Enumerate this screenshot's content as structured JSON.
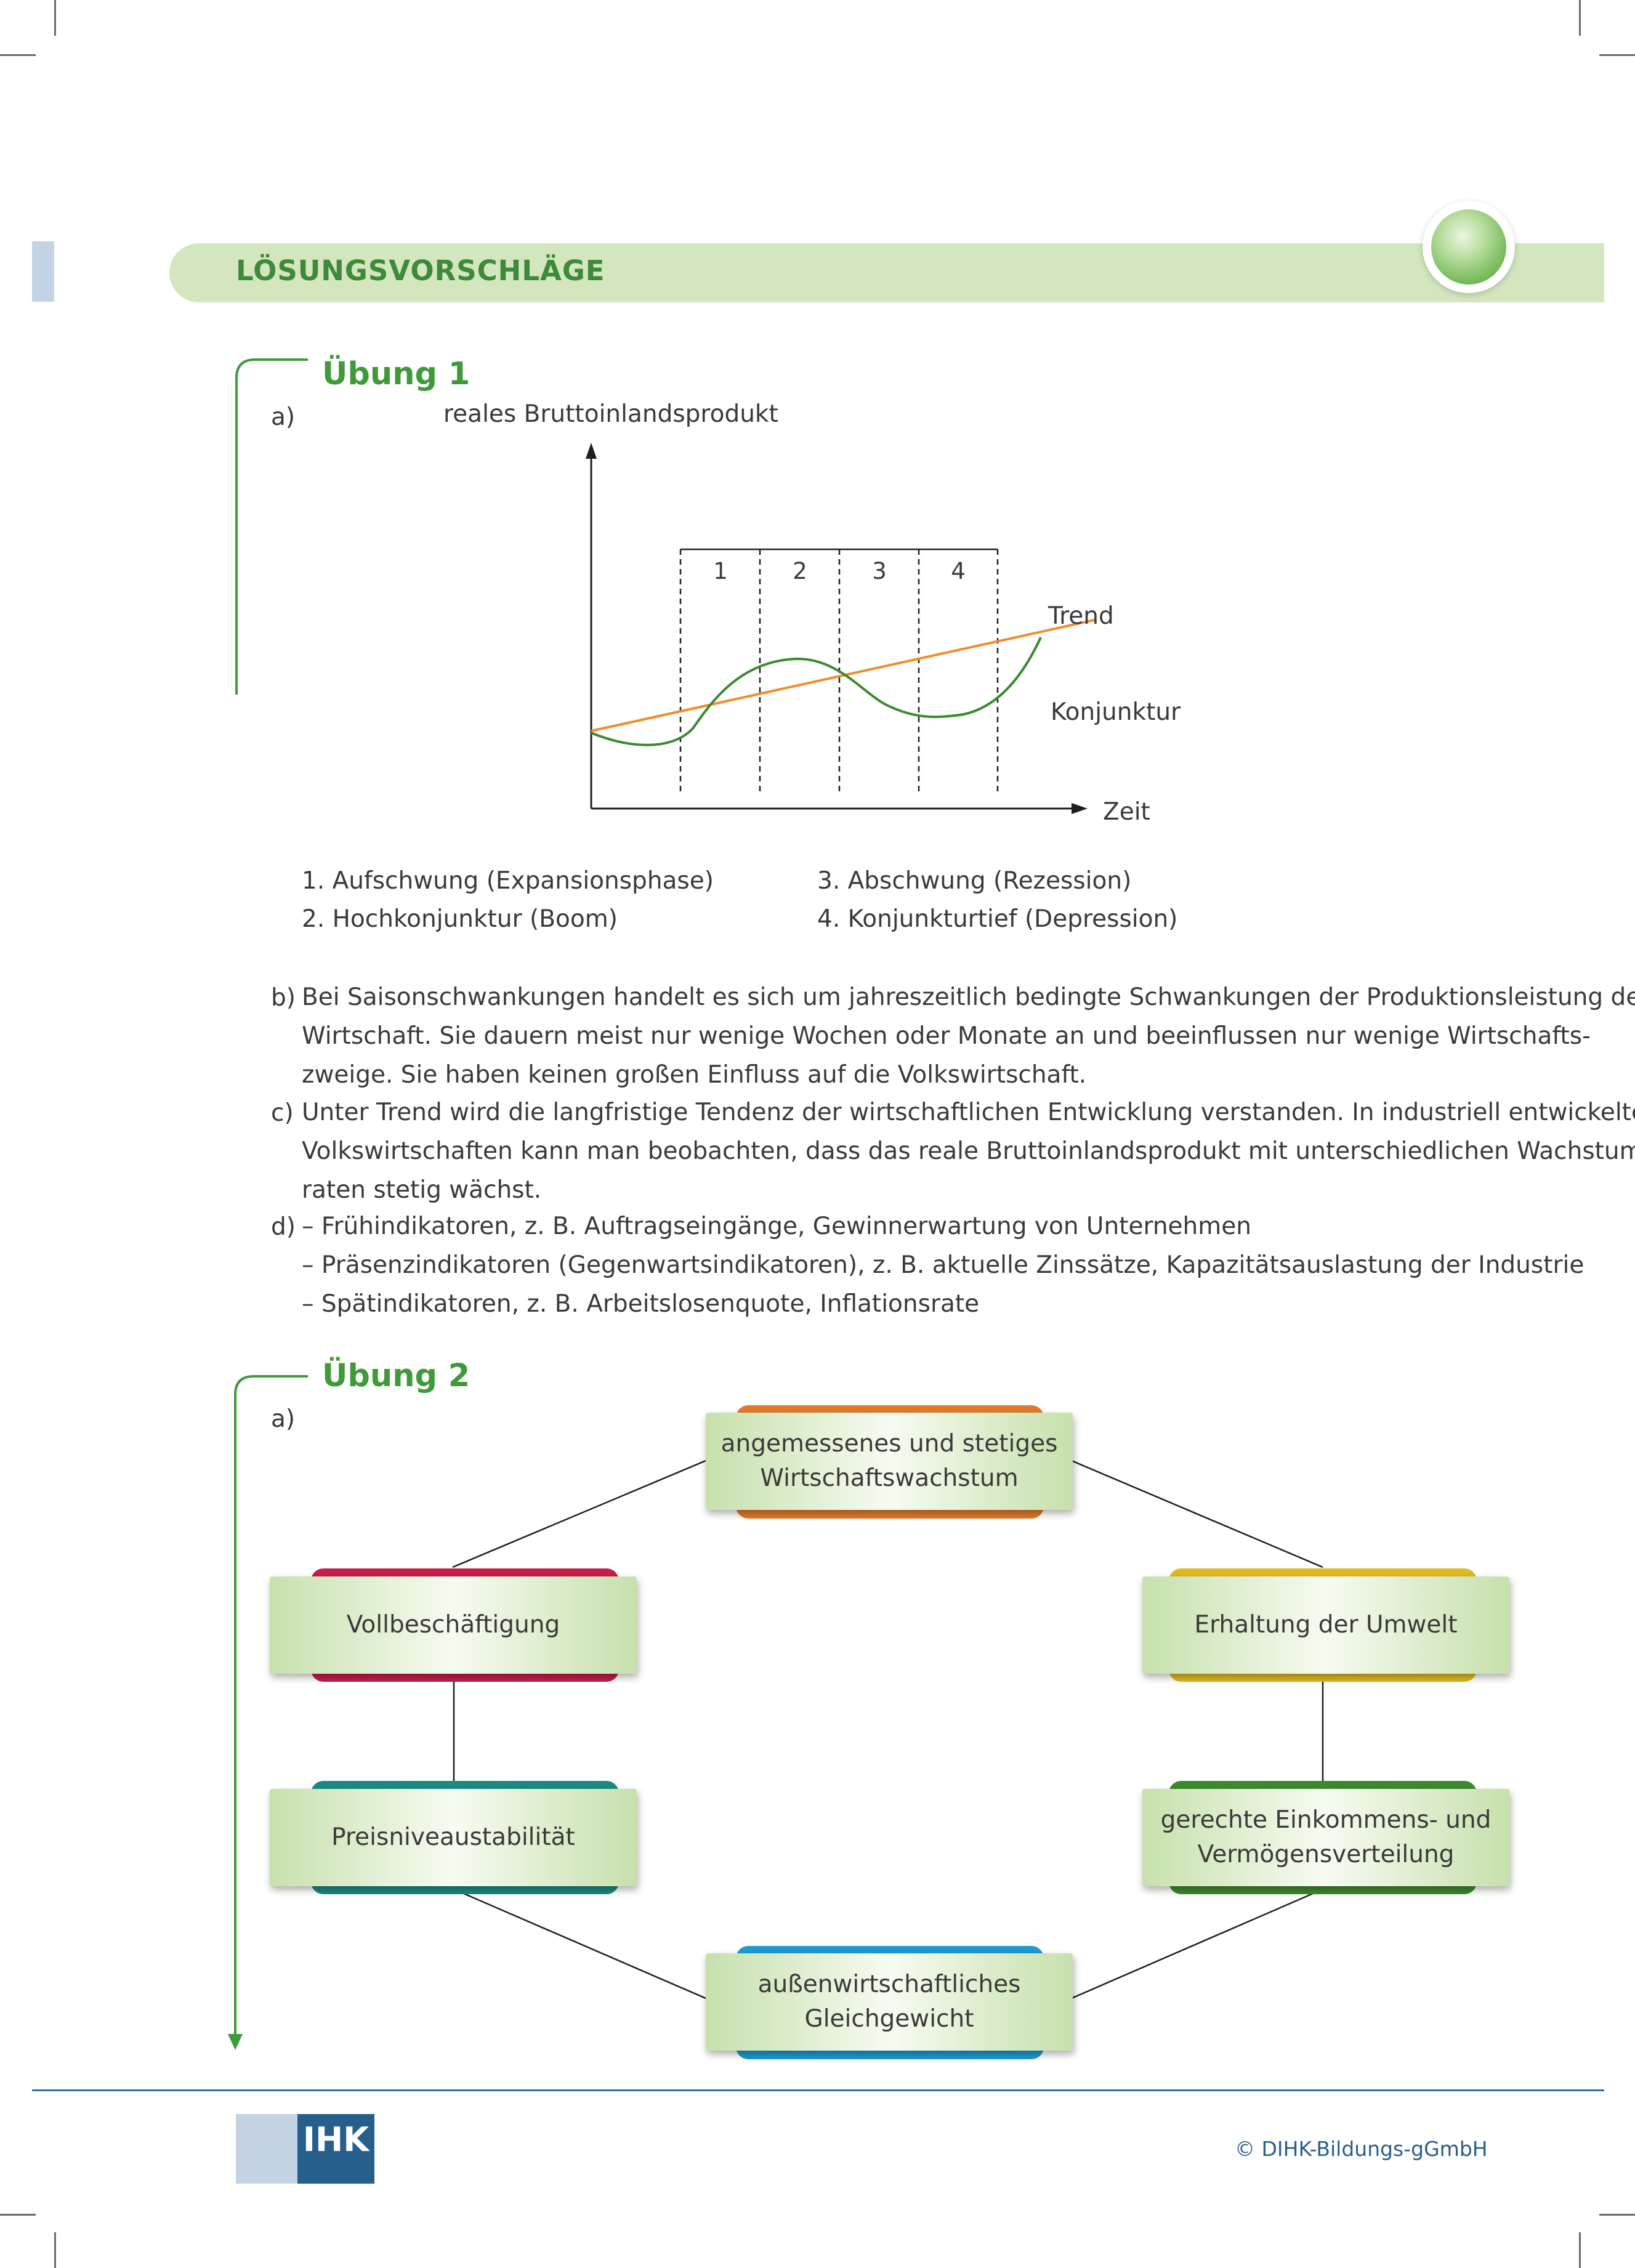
{
  "header": {
    "title": "LÖSUNGSVORSCHLÄGE"
  },
  "uebung1": {
    "title": "Übung 1",
    "part_a_label": "a)",
    "chart": {
      "y_label": "reales Bruttoinlandsprodukt",
      "x_label": "Zeit",
      "phase_labels": [
        "1",
        "2",
        "3",
        "4"
      ],
      "trend_label": "Trend",
      "cycle_label": "Konjunktur",
      "trend_color": "#f28c28",
      "cycle_color": "#3a8a2e"
    },
    "phases_left": [
      "1. Aufschwung (Expansionsphase)",
      "2. Hochkonjunktur (Boom)"
    ],
    "phases_right": [
      "3. Abschwung (Rezession)",
      "4. Konjunkturtief (Depression)"
    ],
    "b_label": "b)",
    "b_lines": [
      "Bei Saisonschwankungen handelt es sich um jahreszeitlich bedingte Schwankungen der Produktionsleistung der",
      "Wirtschaft. Sie dauern meist nur wenige Wochen oder Monate an und beeinflussen nur wenige Wirtschafts-",
      "zweige. Sie haben keinen großen Einfluss auf die Volkswirtschaft."
    ],
    "c_label": "c)",
    "c_lines": [
      "Unter Trend wird die langfristige Tendenz der wirtschaftlichen Entwicklung verstanden. In industriell entwickelten",
      "Volkswirtschaften kann man beobachten, dass das reale Bruttoinlandsprodukt mit unterschiedlichen Wachstums-",
      "raten stetig wächst."
    ],
    "d_label": "d)",
    "d_lines": [
      "– Frühindikatoren, z. B. Auftragseingänge, Gewinnerwartung von Unternehmen",
      "– Präsenzindikatoren (Gegenwartsindikatoren), z. B. aktuelle Zinssätze, Kapazitätsauslastung der Industrie",
      "– Spätindikatoren, z. B. Arbeitslosenquote, Inflationsrate"
    ]
  },
  "uebung2": {
    "title": "Übung 2",
    "part_a_label": "a)",
    "goals": [
      {
        "lines": [
          "angemessenes und stetiges",
          "Wirtschaftswachstum"
        ],
        "color": "#e07a2a"
      },
      {
        "lines": [
          "Vollbeschäftigung"
        ],
        "color": "#c41e4a"
      },
      {
        "lines": [
          "Erhaltung der Umwelt"
        ],
        "color": "#e0b820"
      },
      {
        "lines": [
          "Preisniveaustabilität"
        ],
        "color": "#1c8a80"
      },
      {
        "lines": [
          "gerechte Einkommens- und",
          "Vermögensverteilung"
        ],
        "color": "#3c8a2e"
      },
      {
        "lines": [
          "außenwirtschaftliches",
          "Gleichgewicht"
        ],
        "color": "#1e9ad0"
      }
    ]
  },
  "footer": {
    "logo": "IHK",
    "copyright": "© DIHK-Bildungs-gGmbH"
  }
}
